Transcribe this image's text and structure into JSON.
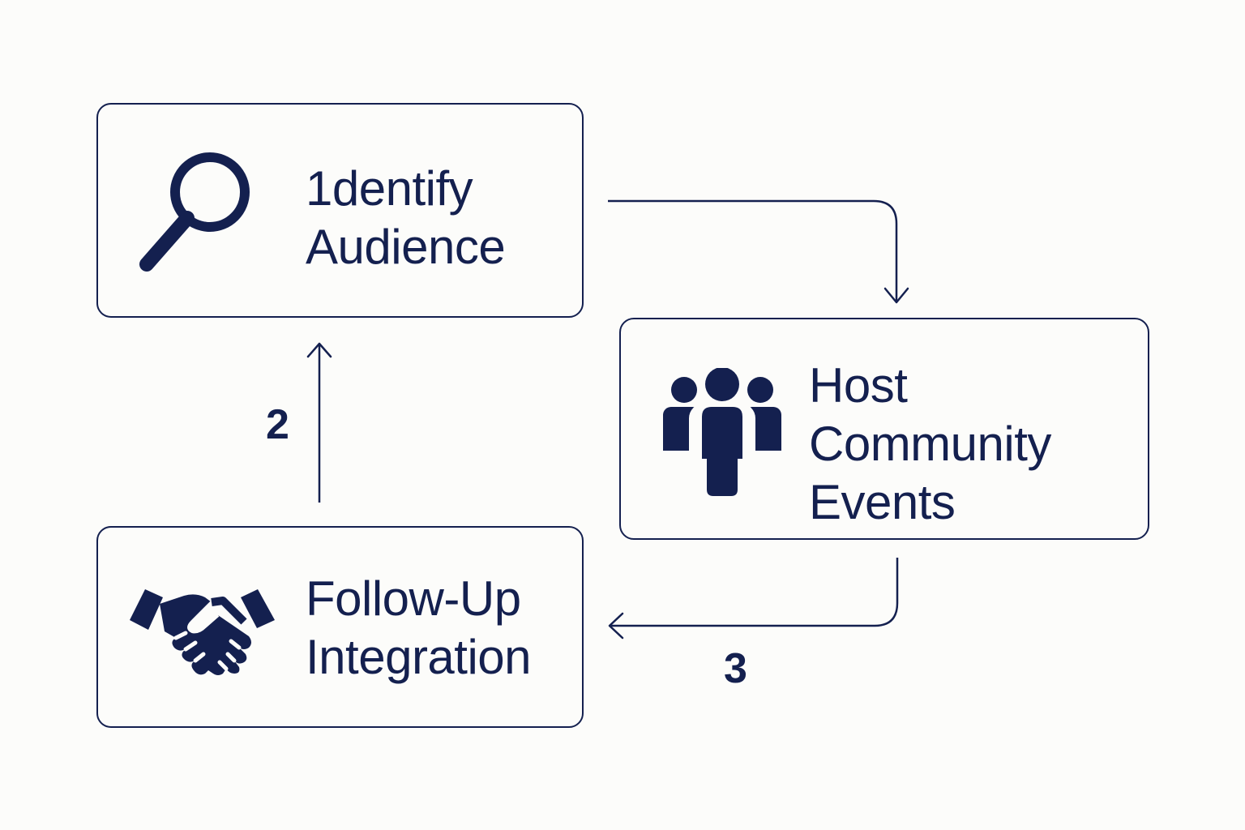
{
  "steps": {
    "identify": {
      "line1": "1dentify",
      "line2": "Audience",
      "icon": "search-icon"
    },
    "host": {
      "line1": "Host",
      "line2": "Community",
      "line3": "Events",
      "icon": "people-icon"
    },
    "follow": {
      "line1": "Follow-Up",
      "line2": "Integration",
      "icon": "handshake-icon"
    }
  },
  "labels": {
    "step2": "2",
    "step3": "3"
  },
  "colors": {
    "ink": "#14204f",
    "background": "#fcfcfa"
  }
}
